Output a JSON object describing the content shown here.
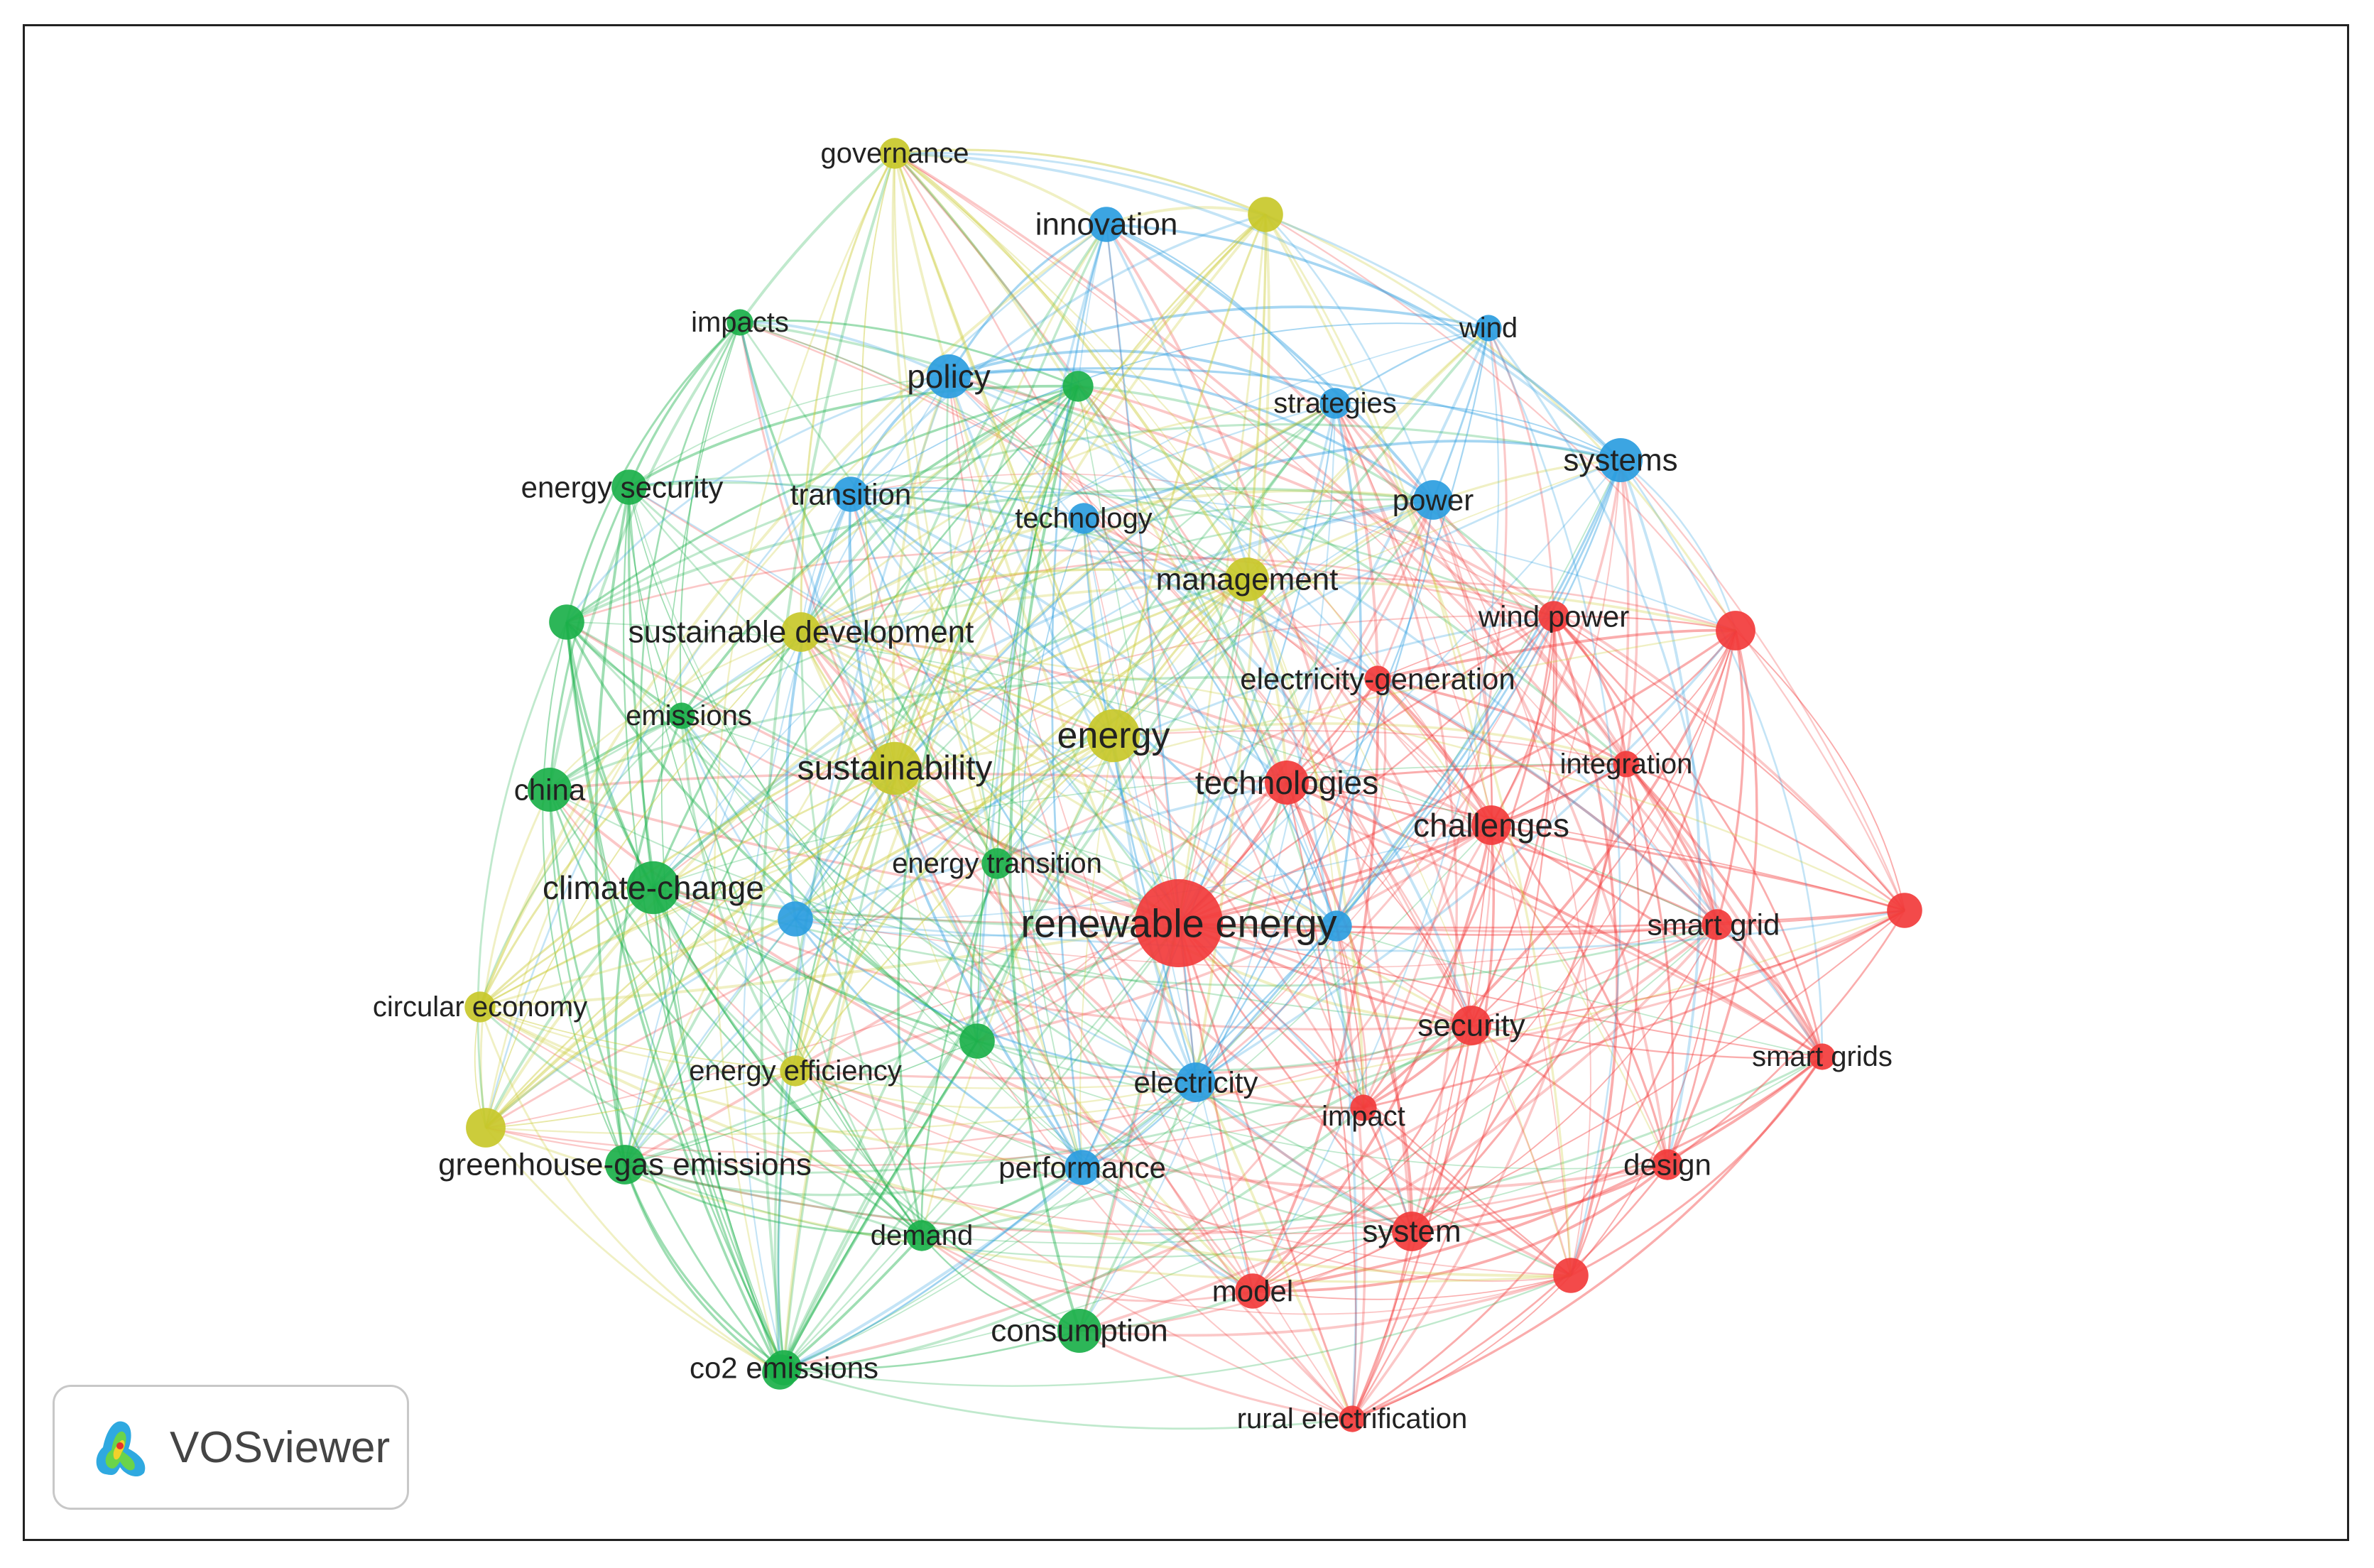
{
  "chart_data": {
    "type": "network",
    "clusters": {
      "red": "#f23b3b",
      "green": "#1bb04a",
      "blue": "#2b9de0",
      "yellow": "#c8c82a"
    },
    "nodes": [
      {
        "label": "renewable energy",
        "cluster": "red",
        "weight": 10
      },
      {
        "label": "technologies",
        "cluster": "red",
        "weight": 5
      },
      {
        "label": "challenges",
        "cluster": "red",
        "weight": 4.5
      },
      {
        "label": "wind power",
        "cluster": "red",
        "weight": 3.5
      },
      {
        "label": "electricity-generation",
        "cluster": "red",
        "weight": 3
      },
      {
        "label": "integration",
        "cluster": "red",
        "weight": 3
      },
      {
        "label": "smart grid",
        "cluster": "red",
        "weight": 3.5
      },
      {
        "label": "security",
        "cluster": "red",
        "weight": 4.5
      },
      {
        "label": "smart grids",
        "cluster": "red",
        "weight": 3
      },
      {
        "label": "impact",
        "cluster": "red",
        "weight": 3
      },
      {
        "label": "design",
        "cluster": "red",
        "weight": 3.5
      },
      {
        "label": "system",
        "cluster": "red",
        "weight": 4.5
      },
      {
        "label": "model",
        "cluster": "red",
        "weight": 4
      },
      {
        "label": "rural electrification",
        "cluster": "red",
        "weight": 3
      },
      {
        "label": "",
        "cluster": "red",
        "weight": 4.5
      },
      {
        "label": "",
        "cluster": "red",
        "weight": 4
      },
      {
        "label": "",
        "cluster": "red",
        "weight": 4
      },
      {
        "label": "climate-change",
        "cluster": "green",
        "weight": 6
      },
      {
        "label": "china",
        "cluster": "green",
        "weight": 5
      },
      {
        "label": "energy security",
        "cluster": "green",
        "weight": 4
      },
      {
        "label": "impacts",
        "cluster": "green",
        "weight": 3
      },
      {
        "label": "emissions",
        "cluster": "green",
        "weight": 3
      },
      {
        "label": "energy transition",
        "cluster": "green",
        "weight": 3.5
      },
      {
        "label": "greenhouse-gas emissions",
        "cluster": "green",
        "weight": 4.5
      },
      {
        "label": "demand",
        "cluster": "green",
        "weight": 3.5
      },
      {
        "label": "consumption",
        "cluster": "green",
        "weight": 5
      },
      {
        "label": "co2 emissions",
        "cluster": "green",
        "weight": 4
      },
      {
        "label": "",
        "cluster": "green",
        "weight": 4
      },
      {
        "label": "",
        "cluster": "green",
        "weight": 3.5
      },
      {
        "label": "",
        "cluster": "green",
        "weight": 4
      },
      {
        "label": "",
        "cluster": "green",
        "weight": 4
      },
      {
        "label": "innovation",
        "cluster": "blue",
        "weight": 4
      },
      {
        "label": "policy",
        "cluster": "blue",
        "weight": 5
      },
      {
        "label": "transition",
        "cluster": "blue",
        "weight": 4
      },
      {
        "label": "technology",
        "cluster": "blue",
        "weight": 3.5
      },
      {
        "label": "strategies",
        "cluster": "blue",
        "weight": 3.5
      },
      {
        "label": "wind",
        "cluster": "blue",
        "weight": 3
      },
      {
        "label": "systems",
        "cluster": "blue",
        "weight": 5
      },
      {
        "label": "power",
        "cluster": "blue",
        "weight": 4.5
      },
      {
        "label": "electricity",
        "cluster": "blue",
        "weight": 4.5
      },
      {
        "label": "performance",
        "cluster": "blue",
        "weight": 4
      },
      {
        "label": "",
        "cluster": "blue",
        "weight": 4
      },
      {
        "label": "",
        "cluster": "blue",
        "weight": 3.5
      },
      {
        "label": "governance",
        "cluster": "yellow",
        "weight": 3.5
      },
      {
        "label": "management",
        "cluster": "yellow",
        "weight": 5
      },
      {
        "label": "sustainable development",
        "cluster": "yellow",
        "weight": 4.5
      },
      {
        "label": "energy",
        "cluster": "yellow",
        "weight": 6
      },
      {
        "label": "sustainability",
        "cluster": "yellow",
        "weight": 6
      },
      {
        "label": "circular economy",
        "cluster": "yellow",
        "weight": 3.5
      },
      {
        "label": "energy efficiency",
        "cluster": "yellow",
        "weight": 3.5
      },
      {
        "label": "",
        "cluster": "yellow",
        "weight": 4
      },
      {
        "label": "",
        "cluster": "yellow",
        "weight": 4.5
      }
    ]
  },
  "badge": {
    "app_name": "VOSviewer",
    "logo_icon": "vosviewer-logo-icon"
  }
}
